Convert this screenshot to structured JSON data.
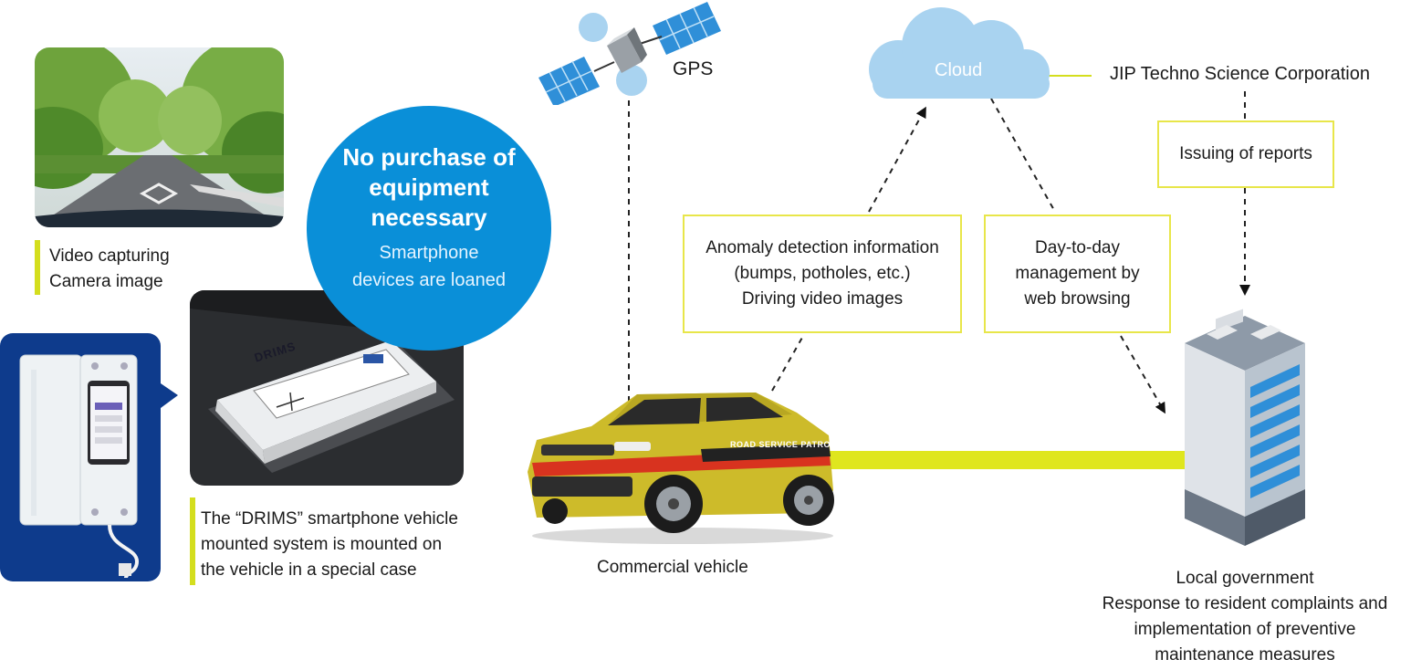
{
  "gps": {
    "label": "GPS"
  },
  "cloud": {
    "label": "Cloud"
  },
  "company": {
    "label": "JIP Techno Science Corporation"
  },
  "reports": {
    "label": "Issuing of reports"
  },
  "badge": {
    "title": [
      "No purchase of",
      "equipment",
      "necessary"
    ],
    "subtitle": [
      "Smartphone",
      "devices are loaned"
    ]
  },
  "camera_caption": [
    "Video capturing",
    "Camera image"
  ],
  "drims_caption": [
    "The “DRIMS” smartphone vehicle",
    "mounted system is mounted on",
    "the vehicle in a special case"
  ],
  "drims_device_text": "DRIMS",
  "anomaly_box": [
    "Anomaly detection information",
    "(bumps, potholes, etc.)",
    "Driving video images"
  ],
  "management_box": [
    "Day-to-day",
    "management by",
    "web browsing"
  ],
  "vehicle": {
    "label": "Commercial vehicle",
    "door_text": "ROAD SERVICE PATROL"
  },
  "local_gov": [
    "Local government",
    "Response to resident complaints and",
    "implementation of preventive",
    "maintenance measures"
  ],
  "colors": {
    "accent_blue": "#0a8fd8",
    "accent_yellow": "#d4de1e",
    "box_border": "#e8e64a",
    "cloud": "#a9d3f0"
  }
}
